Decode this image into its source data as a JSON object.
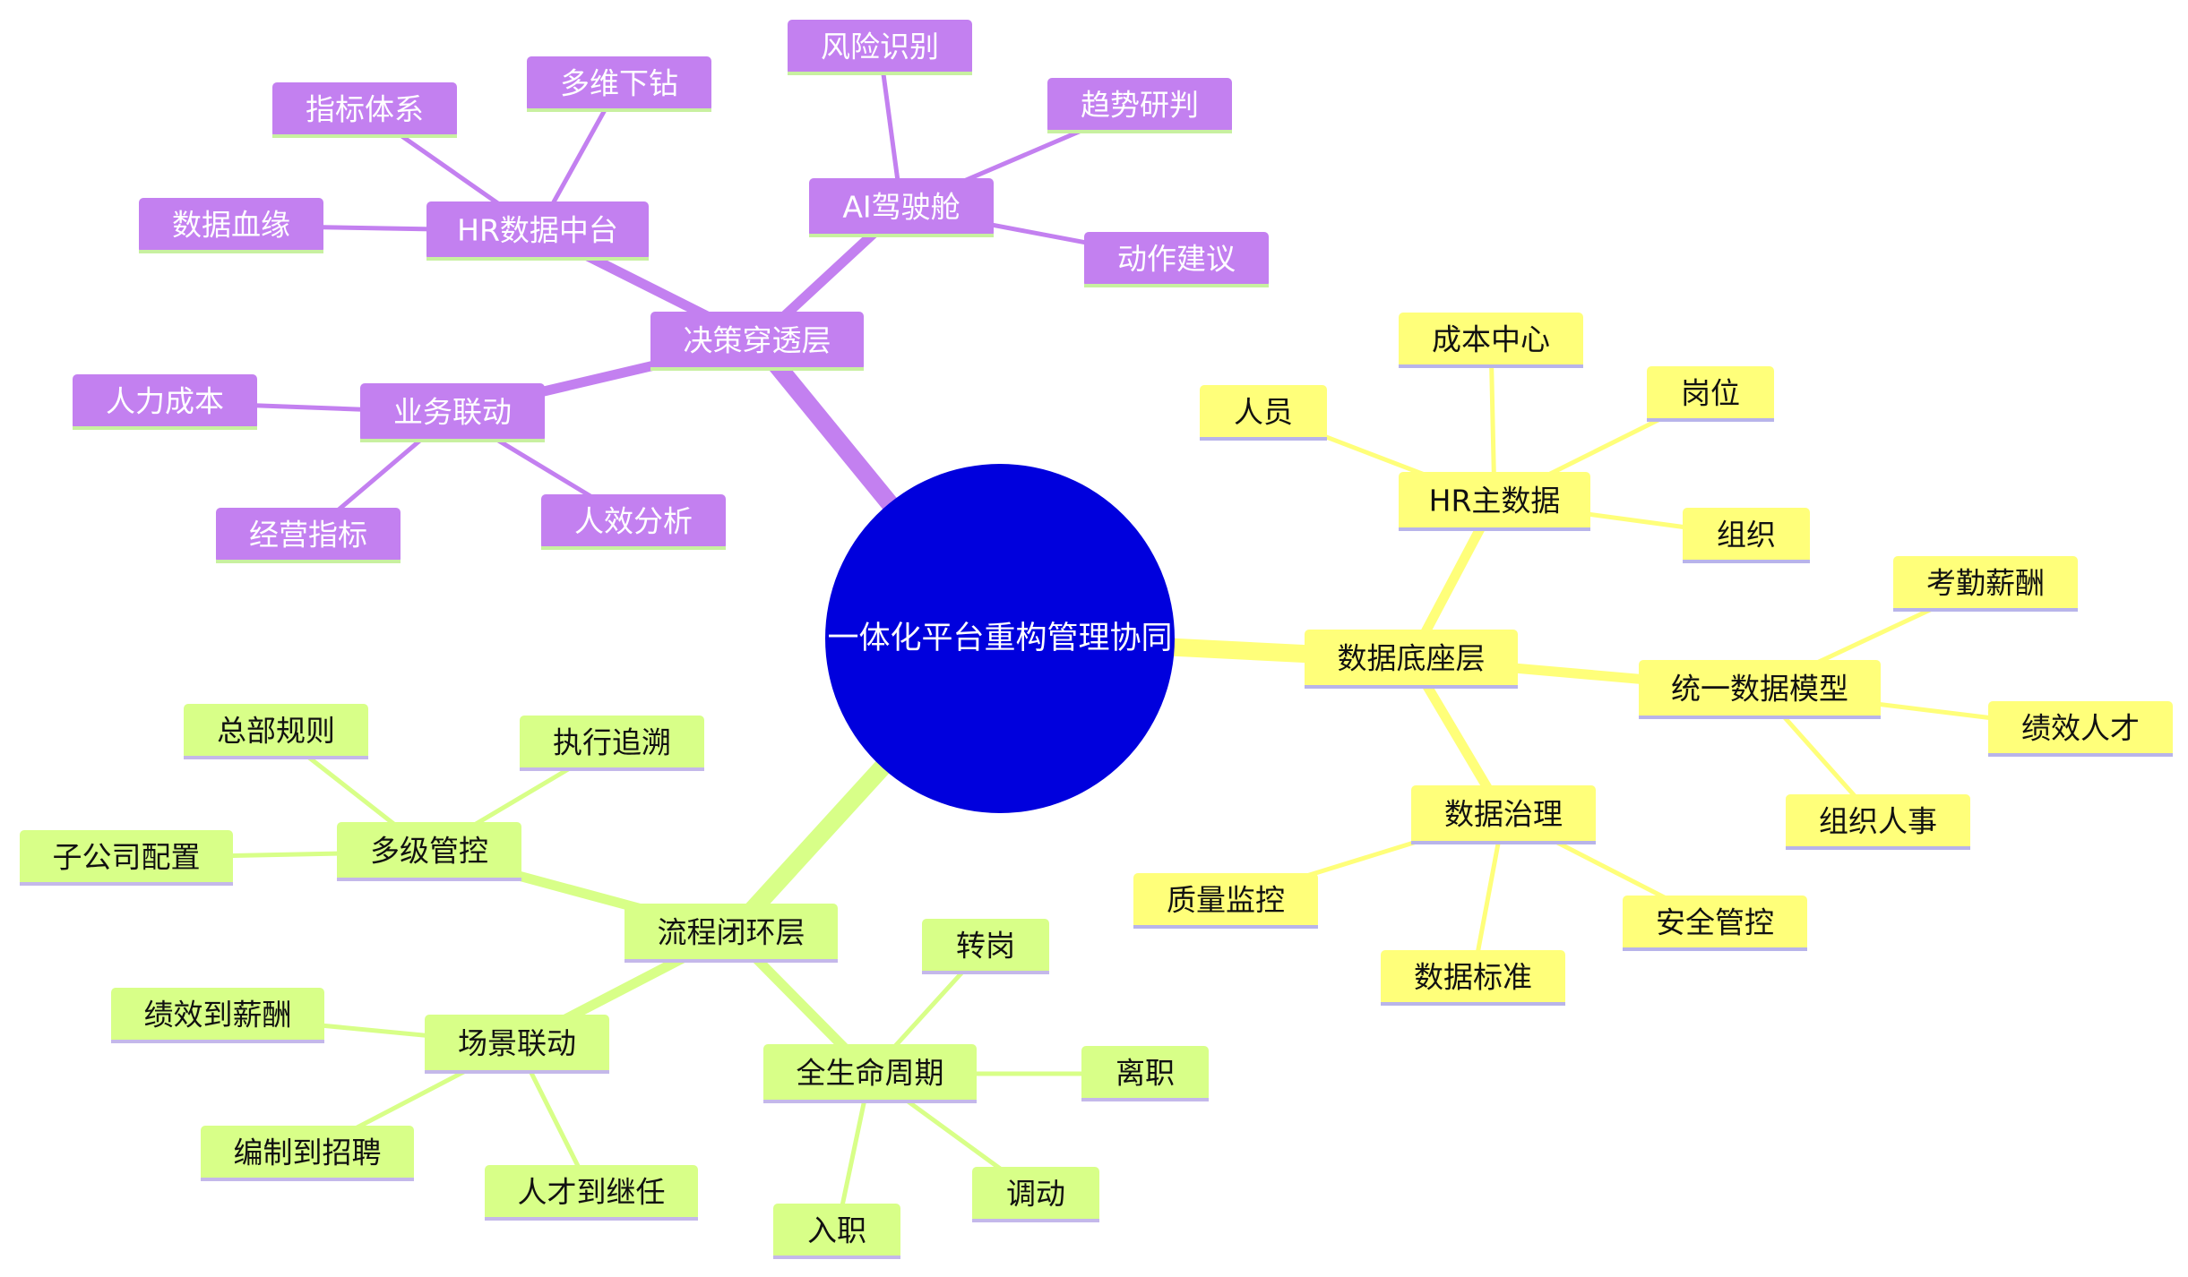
{
  "root": {
    "label": "一体化平台重构管理协同",
    "color": "#0000dd",
    "text_color": "#ffffff"
  },
  "palette": {
    "purple": {
      "fill": "#c380f0",
      "edge": "#c380f0",
      "underline": "#c8f0a0",
      "text": "#ffffff"
    },
    "yellow": {
      "fill": "#ffff7a",
      "edge": "#ffff7a",
      "underline": "#b8b4ea",
      "text": "#111111"
    },
    "green": {
      "fill": "#d8ff88",
      "edge": "#d8ff88",
      "underline": "#c4b8ea",
      "text": "#111111"
    }
  },
  "branches": [
    {
      "label": "决策穿透层",
      "color": "purple",
      "children": [
        {
          "label": "HR数据中台",
          "children": [
            {
              "label": "指标体系"
            },
            {
              "label": "多维下钻"
            },
            {
              "label": "数据血缘"
            }
          ]
        },
        {
          "label": "AI驾驶舱",
          "children": [
            {
              "label": "风险识别"
            },
            {
              "label": "趋势研判"
            },
            {
              "label": "动作建议"
            }
          ]
        },
        {
          "label": "业务联动",
          "children": [
            {
              "label": "人力成本"
            },
            {
              "label": "经营指标"
            },
            {
              "label": "人效分析"
            }
          ]
        }
      ]
    },
    {
      "label": "数据底座层",
      "color": "yellow",
      "children": [
        {
          "label": "HR主数据",
          "children": [
            {
              "label": "成本中心"
            },
            {
              "label": "人员"
            },
            {
              "label": "岗位"
            },
            {
              "label": "组织"
            }
          ]
        },
        {
          "label": "统一数据模型",
          "children": [
            {
              "label": "考勤薪酬"
            },
            {
              "label": "绩效人才"
            },
            {
              "label": "组织人事"
            }
          ]
        },
        {
          "label": "数据治理",
          "children": [
            {
              "label": "质量监控"
            },
            {
              "label": "数据标准"
            },
            {
              "label": "安全管控"
            }
          ]
        }
      ]
    },
    {
      "label": "流程闭环层",
      "color": "green",
      "children": [
        {
          "label": "多级管控",
          "children": [
            {
              "label": "总部规则"
            },
            {
              "label": "执行追溯"
            },
            {
              "label": "子公司配置"
            }
          ]
        },
        {
          "label": "场景联动",
          "children": [
            {
              "label": "绩效到薪酬"
            },
            {
              "label": "编制到招聘"
            },
            {
              "label": "人才到继任"
            }
          ]
        },
        {
          "label": "全生命周期",
          "children": [
            {
              "label": "转岗"
            },
            {
              "label": "离职"
            },
            {
              "label": "调动"
            },
            {
              "label": "入职"
            }
          ]
        }
      ]
    }
  ]
}
